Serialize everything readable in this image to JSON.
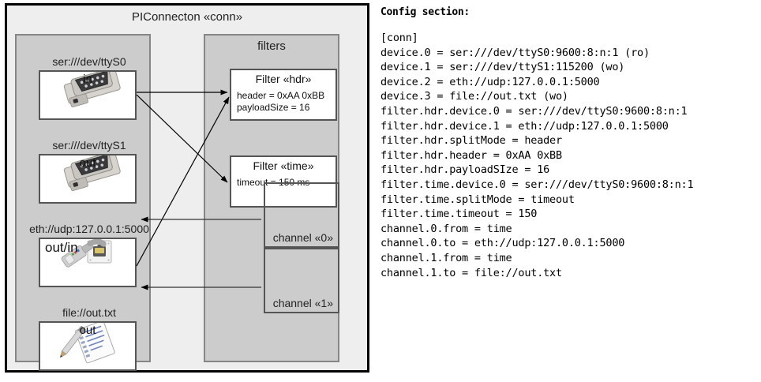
{
  "diagram": {
    "title": "PIConnecton «conn»",
    "devices_group": {
      "title": ""
    },
    "filters_group": {
      "title": "filters"
    },
    "devices": [
      {
        "name": "dev-ttys0",
        "caption": "ser:///dev/ttyS0",
        "role": "in",
        "icon": "serial-connector-icon"
      },
      {
        "name": "dev-ttys1",
        "caption": "ser:///dev/ttyS1",
        "role": "out",
        "icon": "serial-connector-icon"
      },
      {
        "name": "dev-eth",
        "caption": "eth://udp:127.0.0.1:5000",
        "role": "out/in",
        "icon": "ethernet-jack-icon"
      },
      {
        "name": "dev-file",
        "caption": "file://out.txt",
        "role": "out",
        "icon": "text-document-icon"
      }
    ],
    "filters": [
      {
        "name": "filter-hdr",
        "title": "Filter «hdr»",
        "attrs": [
          "header = 0xAA 0xBB",
          "payloadSize = 16"
        ]
      },
      {
        "name": "filter-time",
        "title": "Filter «time»",
        "attrs": [
          "timeout = 150 ms"
        ]
      }
    ],
    "channels": [
      {
        "name": "channel-0",
        "label": "channel «0»"
      },
      {
        "name": "channel-1",
        "label": "channel «1»"
      }
    ],
    "colors": {
      "outer_border": "#000000",
      "outer_fill": "#eeeeee",
      "group_fill": "#cccccc",
      "group_border": "#868686",
      "card_fill": "#ffffff",
      "card_border": "#555555",
      "wire": "#000000"
    }
  },
  "config": {
    "heading": "Config section:",
    "lines": [
      "[conn]",
      "device.0 = ser:///dev/ttyS0:9600:8:n:1 (ro)",
      "device.1 = ser:///dev/ttyS1:115200 (wo)",
      "device.2 = eth://udp:127.0.0.1:5000",
      "device.3 = file://out.txt (wo)",
      "filter.hdr.device.0 = ser:///dev/ttyS0:9600:8:n:1",
      "filter.hdr.device.1 = eth://udp:127.0.0.1:5000",
      "filter.hdr.splitMode = header",
      "filter.hdr.header = 0xAA 0xBB",
      "filter.hdr.payloadSIze = 16",
      "filter.time.device.0 = ser:///dev/ttyS0:9600:8:n:1",
      "filter.time.splitMode = timeout",
      "filter.time.timeout = 150",
      "channel.0.from = time",
      "channel.0.to = eth://udp:127.0.0.1:5000",
      "channel.1.from = time",
      "channel.1.to = file://out.txt"
    ]
  }
}
